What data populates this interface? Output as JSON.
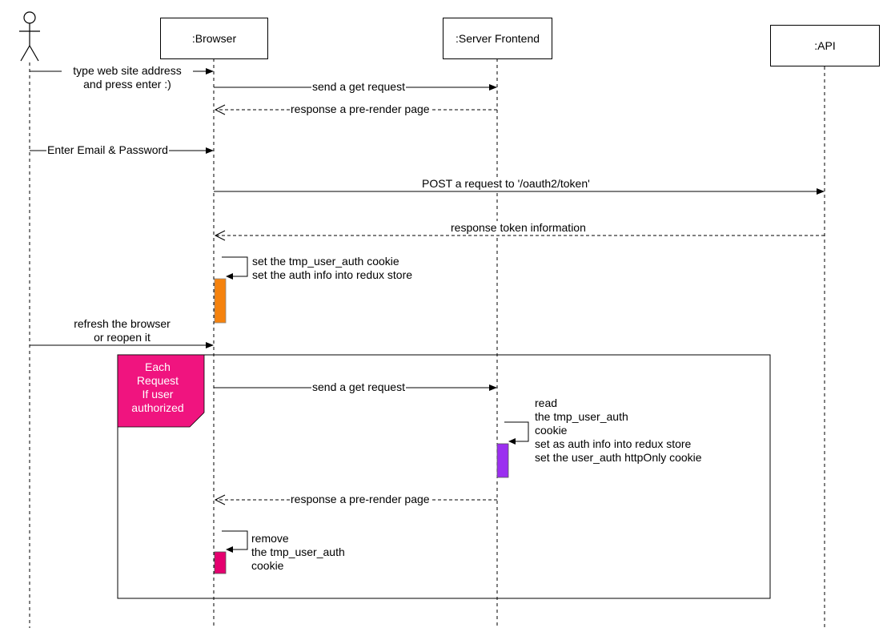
{
  "participants": {
    "browser": ":Browser",
    "server": ":Server Frontend",
    "api": ":API"
  },
  "messages": {
    "m1_line1": "type web site address",
    "m1_line2": "and press enter :)",
    "m2": "send a get request",
    "m3": "response a pre-render page",
    "m4": "Enter Email & Password",
    "m5": "POST a request to '/oauth2/token'",
    "m6": "response token information",
    "m7_line1": "set the tmp_user_auth cookie",
    "m7_line2": "set the auth info into redux store",
    "m8_line1": "refresh the browser",
    "m8_line2": "or reopen it",
    "m9": "send a get request",
    "m10_lines": [
      "read",
      "the tmp_user_auth",
      "cookie",
      "set as auth info into redux store",
      "set the user_auth httpOnly cookie"
    ],
    "m11": "response a pre-render page",
    "m12_lines": [
      "remove",
      "the tmp_user_auth",
      "cookie"
    ]
  },
  "fragment": {
    "label_lines": [
      "Each",
      "Request",
      "If user",
      "authorized"
    ]
  },
  "colors": {
    "activation_orange": "#f5820d",
    "activation_purple": "#9b2ff0",
    "activation_pink": "#e5006f",
    "fragment_tag": "#f0147f"
  }
}
